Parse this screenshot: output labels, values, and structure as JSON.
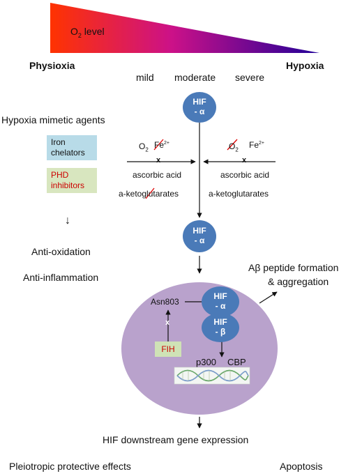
{
  "colors": {
    "wedge_start": "#ff3300",
    "wedge_mid": "#cc1188",
    "wedge_end": "#220099",
    "hif_node": "#4a7ab8",
    "cell": "#b9a2cc",
    "iron_box": "#b8dbe8",
    "phd_box": "#d8e6bf",
    "fih_box": "#cfe2b6",
    "red_text": "#cc0000",
    "strike": "#dd0000"
  },
  "header": {
    "o2_level": "O",
    "o2_sub": "2",
    "o2_suffix": " level",
    "left": "Physioxia",
    "right": "Hypoxia"
  },
  "severity": [
    "mild",
    "moderate",
    "severe"
  ],
  "hif_alpha": {
    "line1": "HIF",
    "line2": "- α"
  },
  "hif_beta": {
    "line1": "HIF",
    "line2": "- β"
  },
  "left_panel": {
    "title": "Hypoxia mimetic agents",
    "iron": "Iron\nchelators",
    "phd": "PHD\ninhibitors",
    "arrow": "↓",
    "effect1": "Anti-oxidation",
    "effect2": "Anti-inflammation"
  },
  "reaction_left": {
    "o2": "O",
    "o2_sub": "2",
    "fe": "Fe",
    "fe_sup": "2+",
    "x": "x",
    "cofactor1": "ascorbic acid",
    "cofactor2": "a-ketoglutarates"
  },
  "reaction_right": {
    "o2": "O",
    "o2_sub": "2",
    "fe": "Fe",
    "fe_sup": "2+",
    "x": "x",
    "cofactor1": "ascorbic acid",
    "cofactor2": "a-ketoglutarates"
  },
  "cell": {
    "asn": "Asn803",
    "fih": "FIH",
    "x": "x",
    "p300": "p300",
    "cbp": "CBP"
  },
  "abeta": {
    "line1": "Aβ peptide formation",
    "line2": "& aggregation"
  },
  "bottom": {
    "expression": "HIF downstream gene expression",
    "left": "Pleiotropic protective effects",
    "right": "Apoptosis"
  }
}
